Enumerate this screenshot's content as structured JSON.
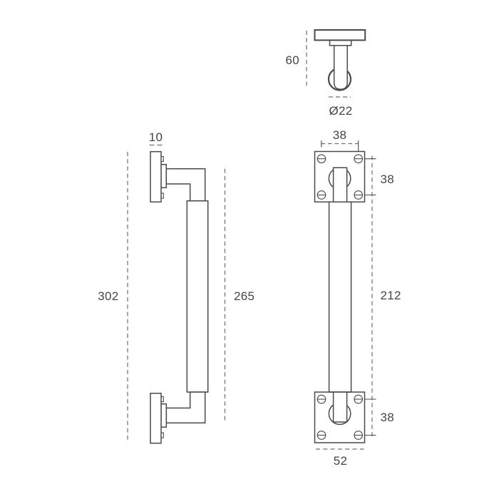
{
  "drawing": {
    "profile_view": {
      "projection_depth": "60",
      "grip_diameter": "Ø22"
    },
    "side_view": {
      "rose_thickness": "10",
      "overall_length": "302",
      "handle_outer_length": "265"
    },
    "front_view": {
      "screw_centres_width": "38",
      "screw_centres_height_top": "38",
      "fixing_centres": "212",
      "screw_centres_height_bottom": "38",
      "rose_width": "52"
    }
  },
  "colors": {
    "line": "#4a4a4d",
    "dash_line": "#6f6f72",
    "text": "#454548",
    "background": "#ffffff"
  }
}
